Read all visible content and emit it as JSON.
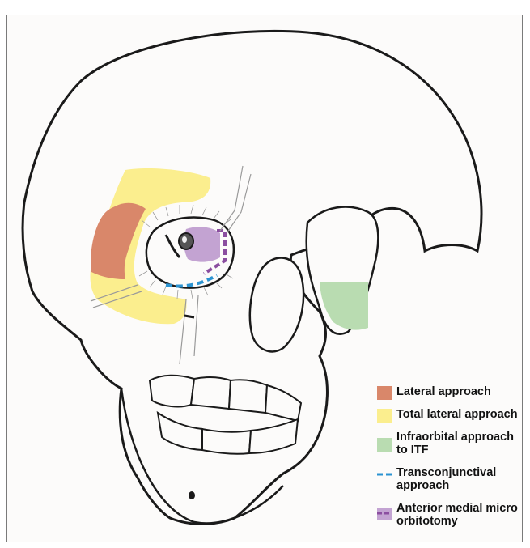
{
  "figure": {
    "legend": [
      {
        "label": "Lateral approach",
        "style": "fill",
        "color": "#d9876a"
      },
      {
        "label": "Total lateral approach",
        "style": "fill",
        "color": "#fbee8e"
      },
      {
        "label": "Infraorbital approach to ITF",
        "style": "fill",
        "color": "#b9dcb1"
      },
      {
        "label": "Transconjunctival approach",
        "style": "dash",
        "color": "#2b93d1"
      },
      {
        "label": "Anterior medial micro orbitotomy",
        "style": "dash-box",
        "color": "#8b4ea0",
        "fill": "#c3a3d2"
      }
    ]
  }
}
